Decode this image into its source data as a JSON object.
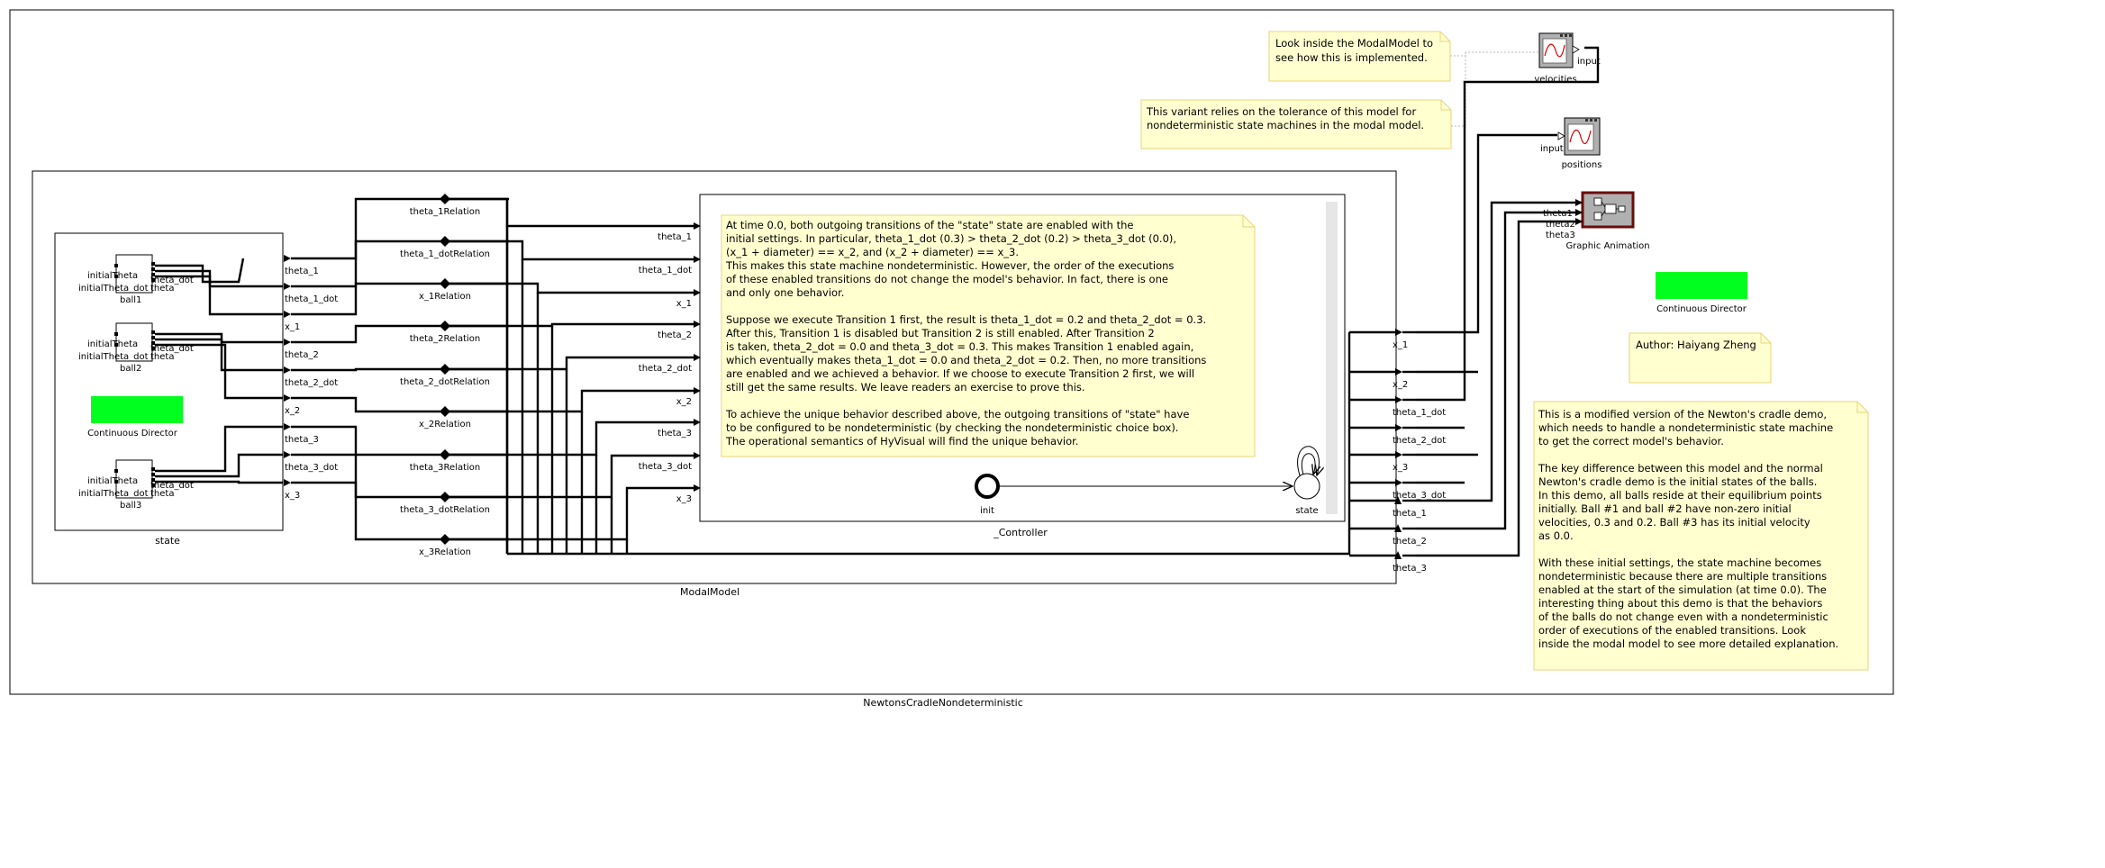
{
  "model": {
    "name": "NewtonsCradleNondeterministic",
    "modal_model_name": "ModalModel",
    "state_box_name": "state",
    "controller_name": "_Controller"
  },
  "balls": [
    {
      "name": "ball1",
      "port_theta": "initialTheta",
      "port_dot": "initialTheta_dot",
      "out_theta": "theta",
      "out_dot": "theta_dot"
    },
    {
      "name": "ball2",
      "port_theta": "initialTheta",
      "port_dot": "initialTheta_dot",
      "out_theta": "theta",
      "out_dot": "theta_dot"
    },
    {
      "name": "ball3",
      "port_theta": "initialTheta",
      "port_dot": "initialTheta_dot",
      "out_theta": "theta",
      "out_dot": "theta_dot"
    }
  ],
  "directors": {
    "inner": "Continuous Director",
    "outer": "Continuous Director",
    "color": "#00ff1e"
  },
  "state_outputs": [
    "theta_1",
    "theta_1_dot",
    "x_1",
    "theta_2",
    "theta_2_dot",
    "x_2",
    "theta_3",
    "theta_3_dot",
    "x_3"
  ],
  "relations": [
    "theta_1Relation",
    "theta_1_dotRelation",
    "x_1Relation",
    "theta_2Relation",
    "theta_2_dotRelation",
    "x_2Relation",
    "theta_3Relation",
    "theta_3_dotRelation",
    "x_3Relation"
  ],
  "controller_inputs": [
    "theta_1",
    "theta_1_dot",
    "x_1",
    "theta_2",
    "theta_2_dot",
    "x_2",
    "theta_3",
    "theta_3_dot",
    "x_3"
  ],
  "modal_outputs": [
    "x_1",
    "x_2",
    "theta_1_dot",
    "theta_2_dot",
    "x_3",
    "theta_3_dot",
    "theta_1",
    "theta_2",
    "theta_3"
  ],
  "fsm": {
    "init_state": "init",
    "state": "state"
  },
  "controller_note": [
    "At time 0.0, both outgoing transitions of the \"state\" state are enabled with the",
    "initial settings. In particular,  theta_1_dot (0.3) > theta_2_dot (0.2) > theta_3_dot (0.0),",
    "   (x_1 + diameter) == x_2, and (x_2 + diameter) == x_3.",
    "This makes this state machine nondeterministic. However, the order of the executions",
    "of these enabled transitions do not change the model's behavior. In fact, there is one",
    "and only one behavior.",
    "",
    "Suppose we execute Transition 1 first, the result is theta_1_dot = 0.2 and theta_2_dot = 0.3.",
    "After this, Transition 1 is disabled but Transition 2 is still enabled. After Transition 2",
    "is taken, theta_2_dot = 0.0 and theta_3_dot = 0.3. This makes Transition 1 enabled again,",
    "which eventually makes theta_1_dot = 0.0 and theta_2_dot = 0.2. Then, no more transitions",
    "are enabled and we achieved a behavior. If we choose to execute Transition 2 first, we will",
    "still get the same results. We leave readers an exercise to prove this.",
    "",
    "To achieve the unique behavior described above, the outgoing transitions of \"state\" have",
    "to be configured to be nondeterministic (by checking the nondeterministic choice box).",
    "The operational semantics of HyVisual will find the unique behavior."
  ],
  "notes": {
    "look_inside": [
      "Look inside the ModalModel to",
      "see how this is implemented."
    ],
    "tolerance": [
      "This variant relies on the tolerance of this model for",
      "nondeterministic state machines in the modal model."
    ],
    "author": "Author: Haiyang Zheng",
    "description": [
      "This is a modified version of the Newton's cradle demo,",
      "which needs to handle a nondeterministic state machine",
      "to get the correct model's behavior.",
      "",
      "The key difference between this model and the normal",
      "Newton's cradle demo is the initial states of the balls.",
      "In this demo, all balls reside at their equilibrium points",
      "initially.  Ball #1 and ball #2 have non-zero initial",
      "velocities, 0.3 and 0.2. Ball #3 has its initial velocity",
      "as 0.0.",
      "",
      "With these initial settings, the state machine becomes",
      "nondeterministic because there are multiple transitions",
      "enabled at the start of the simulation (at time 0.0). The",
      "interesting thing about this demo is that the behaviors",
      "of the balls do not change even with a nondeterministic",
      "order of executions of the enabled transitions. Look",
      "inside the modal model to see more detailed explanation."
    ]
  },
  "plotters": {
    "velocities": {
      "name": "velocities",
      "port": "input"
    },
    "positions": {
      "name": "positions",
      "port": "input"
    }
  },
  "animation": {
    "name": "Graphic Animation",
    "ports": [
      "theta1",
      "theta2",
      "theta3"
    ]
  },
  "icons": {
    "plotter": "plot-icon",
    "animation": "animation-icon"
  }
}
